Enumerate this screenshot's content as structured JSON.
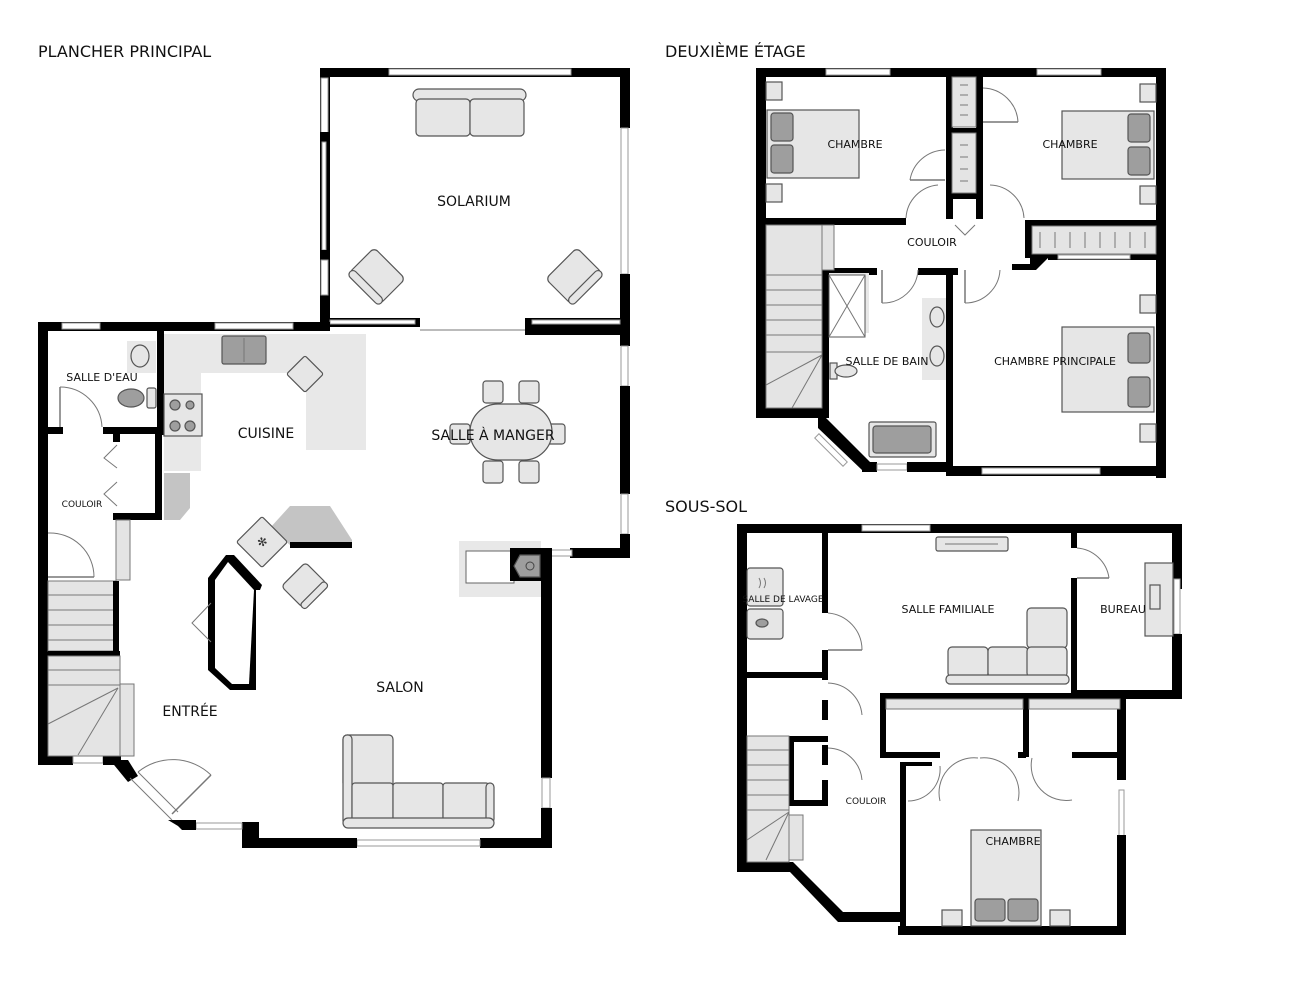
{
  "floors": {
    "main": {
      "title": "PLANCHER PRINCIPAL",
      "rooms": {
        "solarium": "SOLARIUM",
        "salle_deau": "SALLE D'EAU",
        "cuisine": "CUISINE",
        "salle_a_manger": "SALLE À MANGER",
        "couloir": "COULOIR",
        "entree": "ENTRÉE",
        "salon": "SALON"
      }
    },
    "second": {
      "title": "DEUXIÈME ÉTAGE",
      "rooms": {
        "chambre_1": "CHAMBRE",
        "chambre_2": "CHAMBRE",
        "couloir": "COULOIR",
        "salle_de_bain": "SALLE DE BAIN",
        "chambre_principale": "CHAMBRE PRINCIPALE"
      }
    },
    "basement": {
      "title": "SOUS-SOL",
      "rooms": {
        "salle_de_lavage": "SALLE DE LAVAGE",
        "salle_familiale": "SALLE FAMILIALE",
        "bureau": "BUREAU",
        "couloir": "COULOIR",
        "chambre": "CHAMBRE"
      }
    }
  }
}
